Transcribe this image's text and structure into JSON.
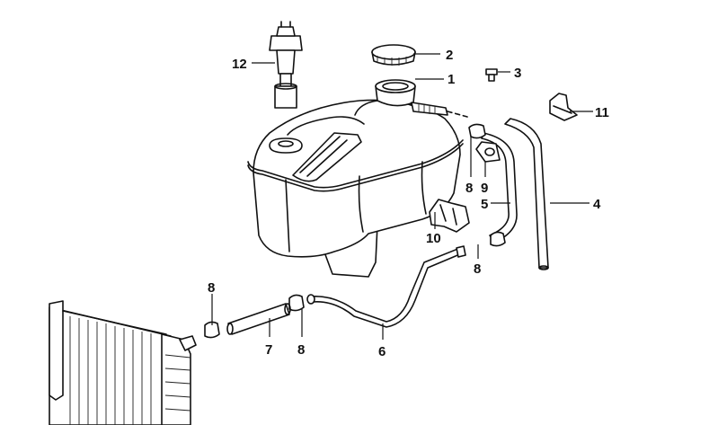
{
  "callouts": [
    {
      "id": "c12",
      "text": "12"
    },
    {
      "id": "c2",
      "text": "2"
    },
    {
      "id": "c1",
      "text": "1"
    },
    {
      "id": "c3",
      "text": "3"
    },
    {
      "id": "c11",
      "text": "11"
    },
    {
      "id": "c8a",
      "text": "8"
    },
    {
      "id": "c9",
      "text": "9"
    },
    {
      "id": "c5",
      "text": "5"
    },
    {
      "id": "c4",
      "text": "4"
    },
    {
      "id": "c10",
      "text": "10"
    },
    {
      "id": "c8b",
      "text": "8"
    },
    {
      "id": "c8c",
      "text": "8"
    },
    {
      "id": "c7",
      "text": "7"
    },
    {
      "id": "c8d",
      "text": "8"
    },
    {
      "id": "c6",
      "text": "6"
    }
  ]
}
